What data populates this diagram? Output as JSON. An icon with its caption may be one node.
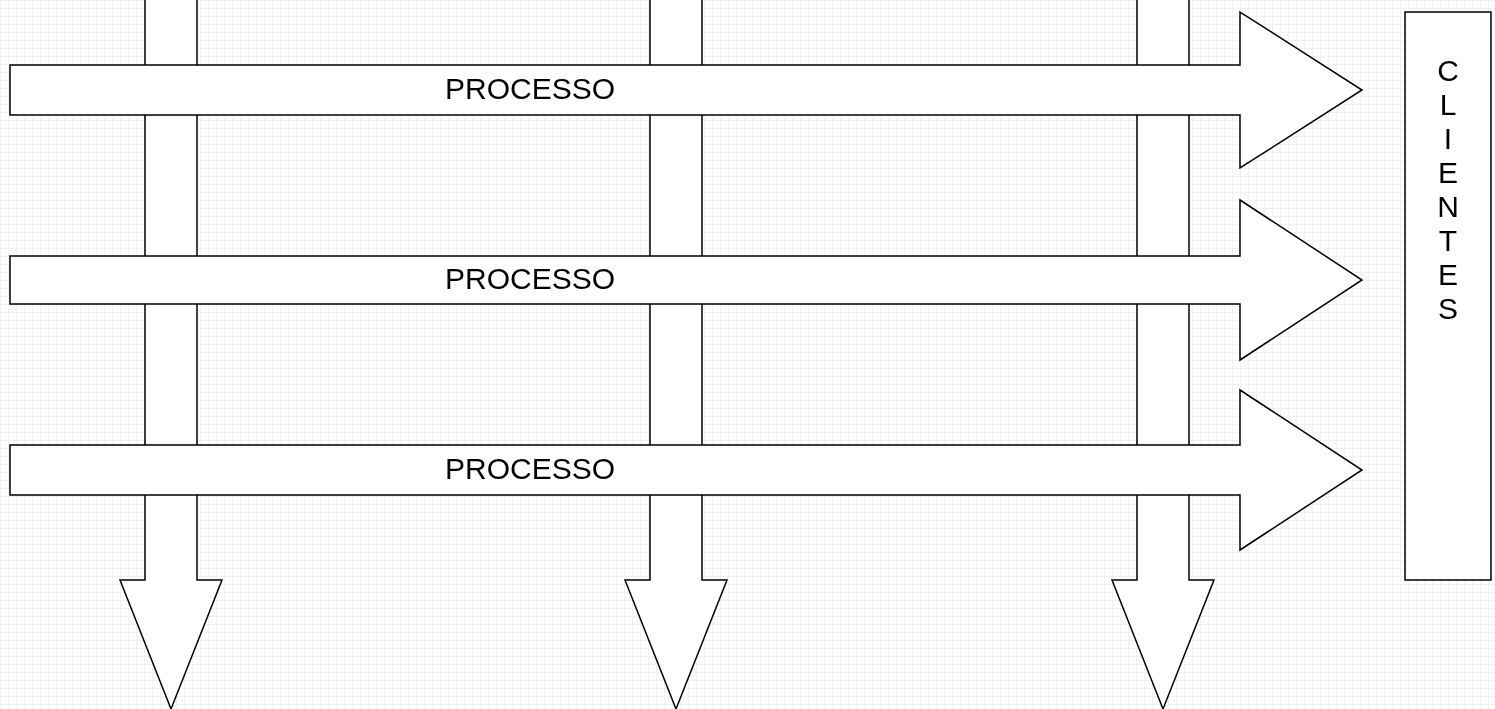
{
  "diagram": {
    "nodes": [
      {
        "text": [
          "PROCESSO"
        ]
      },
      {
        "text": [
          "PROCESSO"
        ]
      },
      {
        "text": [
          "PROCESSO"
        ]
      },
      {
        "text": [
          "CLIENTES"
        ]
      },
      {
        "text": [],
        "shape": "arrow"
      },
      {
        "text": [],
        "shape": "arrow"
      },
      {
        "text": [],
        "shape": "arrow"
      }
    ]
  }
}
